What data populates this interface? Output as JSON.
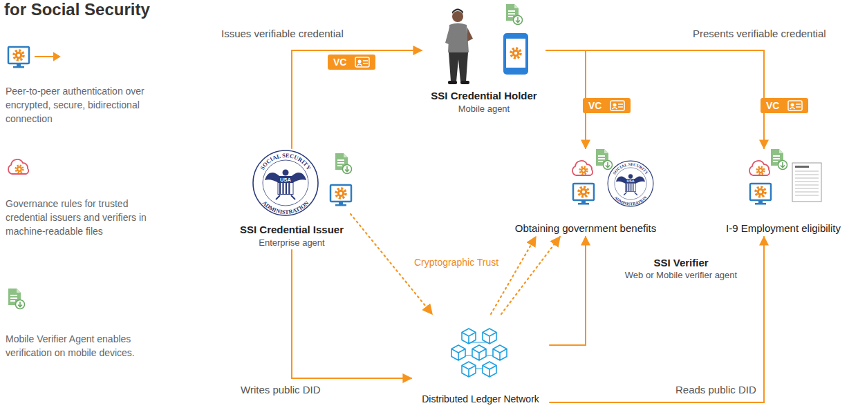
{
  "diagram": {
    "title": "for Social Security",
    "nodes": [
      {
        "text": [
          "SSI Credential Holder",
          "Mobile agent"
        ]
      },
      {
        "text": [
          "SSI Credential Issuer",
          "Enterprise agent"
        ]
      },
      {
        "text": [
          "Obtaining government benefits"
        ]
      },
      {
        "text": [
          "I-9 Employment eligibility"
        ]
      },
      {
        "text": [
          "Distributed Ledger Network"
        ]
      }
    ],
    "edges": [
      {
        "from": 1,
        "to": 0,
        "arrow": "to",
        "label": "Issues verifiable credential"
      },
      {
        "from": 0,
        "to": 2,
        "arrow": "to"
      },
      {
        "from": 0,
        "to": 3,
        "arrow": "to",
        "label": "Presents verifiable credential"
      },
      {
        "from": 1,
        "to": 4,
        "arrow": "to",
        "label": "Writes public DID"
      },
      {
        "from": 1,
        "to": 4,
        "arrow": "to",
        "label": "Cryptographic Trust"
      },
      {
        "from": 4,
        "to": 2,
        "arrow": "to"
      },
      {
        "from": 4,
        "to": 2,
        "arrow": "to"
      },
      {
        "from": 4,
        "to": 2,
        "arrow": "to"
      },
      {
        "from": 4,
        "to": 3,
        "arrow": "to",
        "label": "Reads public DID"
      }
    ],
    "labels": [
      "VC",
      "VC",
      "VC",
      "SOCIAL SECURITY",
      "USA",
      "ADMINISTRATION",
      "SOCIAL SECURITY",
      "USA",
      "ADMINISTRATION",
      "SSI Verifier",
      "Web or Mobile verifier agent"
    ],
    "legend": [
      {
        "text": "Peer-to-peer authentication over encrypted, secure, bidirectional connection"
      },
      {
        "text": "Governance rules for trusted credential issuers and verifiers in machine-readable files"
      },
      {
        "text": "Mobile Verifier Agent enables verification on mobile devices."
      }
    ]
  }
}
